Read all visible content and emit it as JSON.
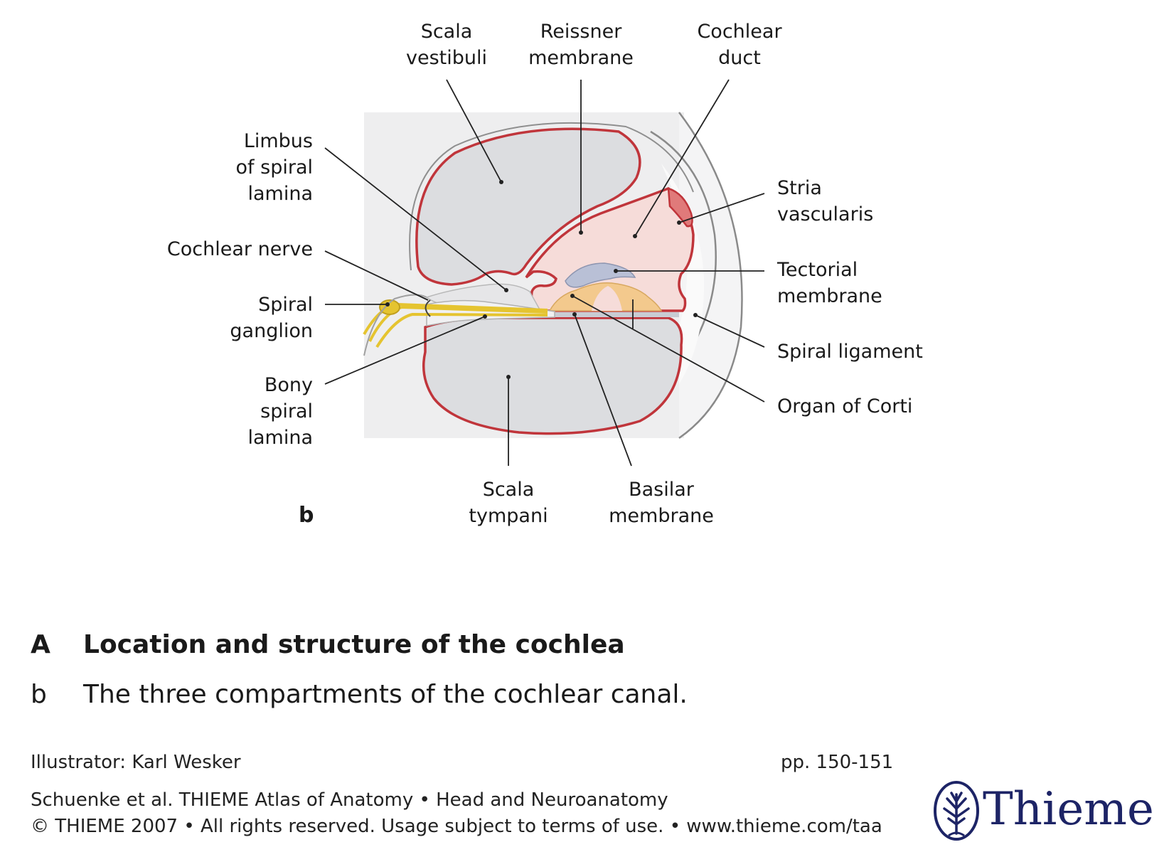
{
  "diagram": {
    "labels": {
      "scala_vestibuli": [
        "Scala",
        "vestibuli"
      ],
      "reissner_membrane": [
        "Reissner",
        "membrane"
      ],
      "cochlear_duct": [
        "Cochlear",
        "duct"
      ],
      "limbus": [
        "Limbus",
        "of spiral",
        "lamina"
      ],
      "cochlear_nerve": [
        "Cochlear nerve"
      ],
      "spiral_ganglion": [
        "Spiral",
        "ganglion"
      ],
      "bony_spiral_lamina": [
        "Bony",
        "spiral",
        "lamina"
      ],
      "stria_vascularis": [
        "Stria",
        "vascularis"
      ],
      "tectorial_membrane": [
        "Tectorial",
        "membrane"
      ],
      "spiral_ligament": [
        "Spiral ligament"
      ],
      "organ_of_corti": [
        "Organ of Corti"
      ],
      "scala_tympani": [
        "Scala",
        "tympani"
      ],
      "basilar_membrane": [
        "Basilar",
        "membrane"
      ]
    },
    "panel_letter": "b",
    "colors": {
      "membrane_red": "#c0353b",
      "chamber_gray": "#dcdde0",
      "duct_pink": "#f6dcd9",
      "background_gray": "#eeeeef",
      "nerve_yellow": "#e5c430",
      "corti_orange": "#f3c98d",
      "tectorial_blue": "#b9c0d6",
      "stria_red": "#e07a7a"
    }
  },
  "caption": {
    "figure_letter": "A",
    "figure_title": "Location and structure of the cochlea",
    "panel_letter": "b",
    "panel_text": "The three compartments of the cochlear canal."
  },
  "footer": {
    "illustrator": "Illustrator: Karl Wesker",
    "pages": "pp.  150-151",
    "source": "Schuenke et al. THIEME Atlas of Anatomy  •  Head and Neuroanatomy",
    "copyright": "© THIEME 2007  •  All rights reserved. Usage subject to terms of use.  •  www.thieme.com/taa",
    "publisher_name": "Thieme",
    "logo_icon": "tree-logo-icon"
  }
}
